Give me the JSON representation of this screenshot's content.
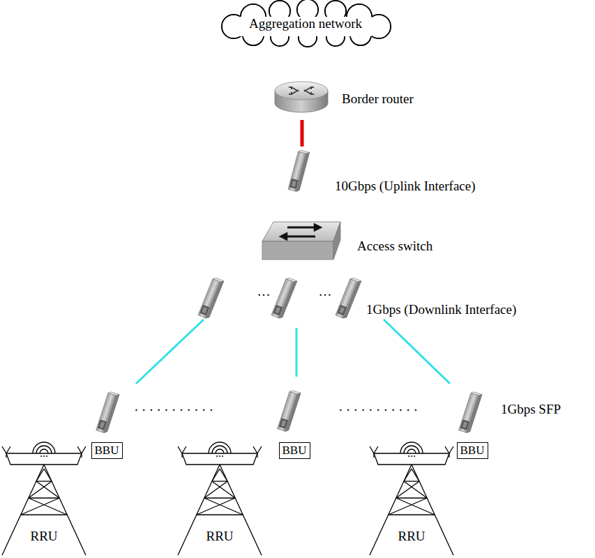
{
  "diagram": {
    "nodes": [
      {
        "text": [
          "Aggregation network"
        ]
      },
      {
        "text": [
          "BBU"
        ]
      },
      {
        "text": [
          "BBU"
        ]
      },
      {
        "text": [
          "BBU"
        ]
      },
      {
        "text": [
          "RRU"
        ]
      },
      {
        "text": [
          "RRU"
        ]
      },
      {
        "text": [
          "RRU"
        ]
      }
    ],
    "labels": [
      "Border router",
      "10Gbps (Uplink Interface)",
      "Access switch",
      "···",
      "···",
      "1Gbps (Downlink Interface)",
      "...........",
      "...........",
      "1Gbps SFP",
      "...",
      "...",
      "..."
    ]
  }
}
